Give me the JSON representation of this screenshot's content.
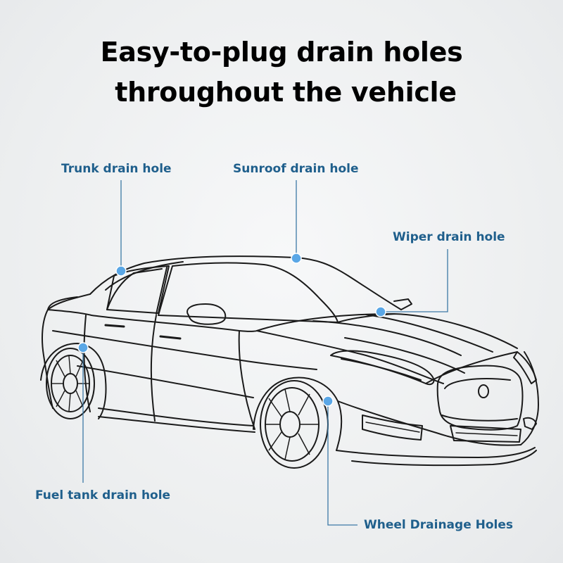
{
  "title": {
    "line1": "Easy-to-plug drain holes",
    "line2": "throughout the vehicle"
  },
  "callouts": {
    "trunk": "Trunk drain hole",
    "sunroof": "Sunroof drain hole",
    "wiper": "Wiper drain hole",
    "fuel_tank": "Fuel tank drain hole",
    "wheel": "Wheel Drainage Holes"
  },
  "colors": {
    "label_text": "#1f5f8c",
    "leader_line": "#3c79a6",
    "marker_dot": "#5aa7e6",
    "car_outline": "#1a1a1a"
  }
}
